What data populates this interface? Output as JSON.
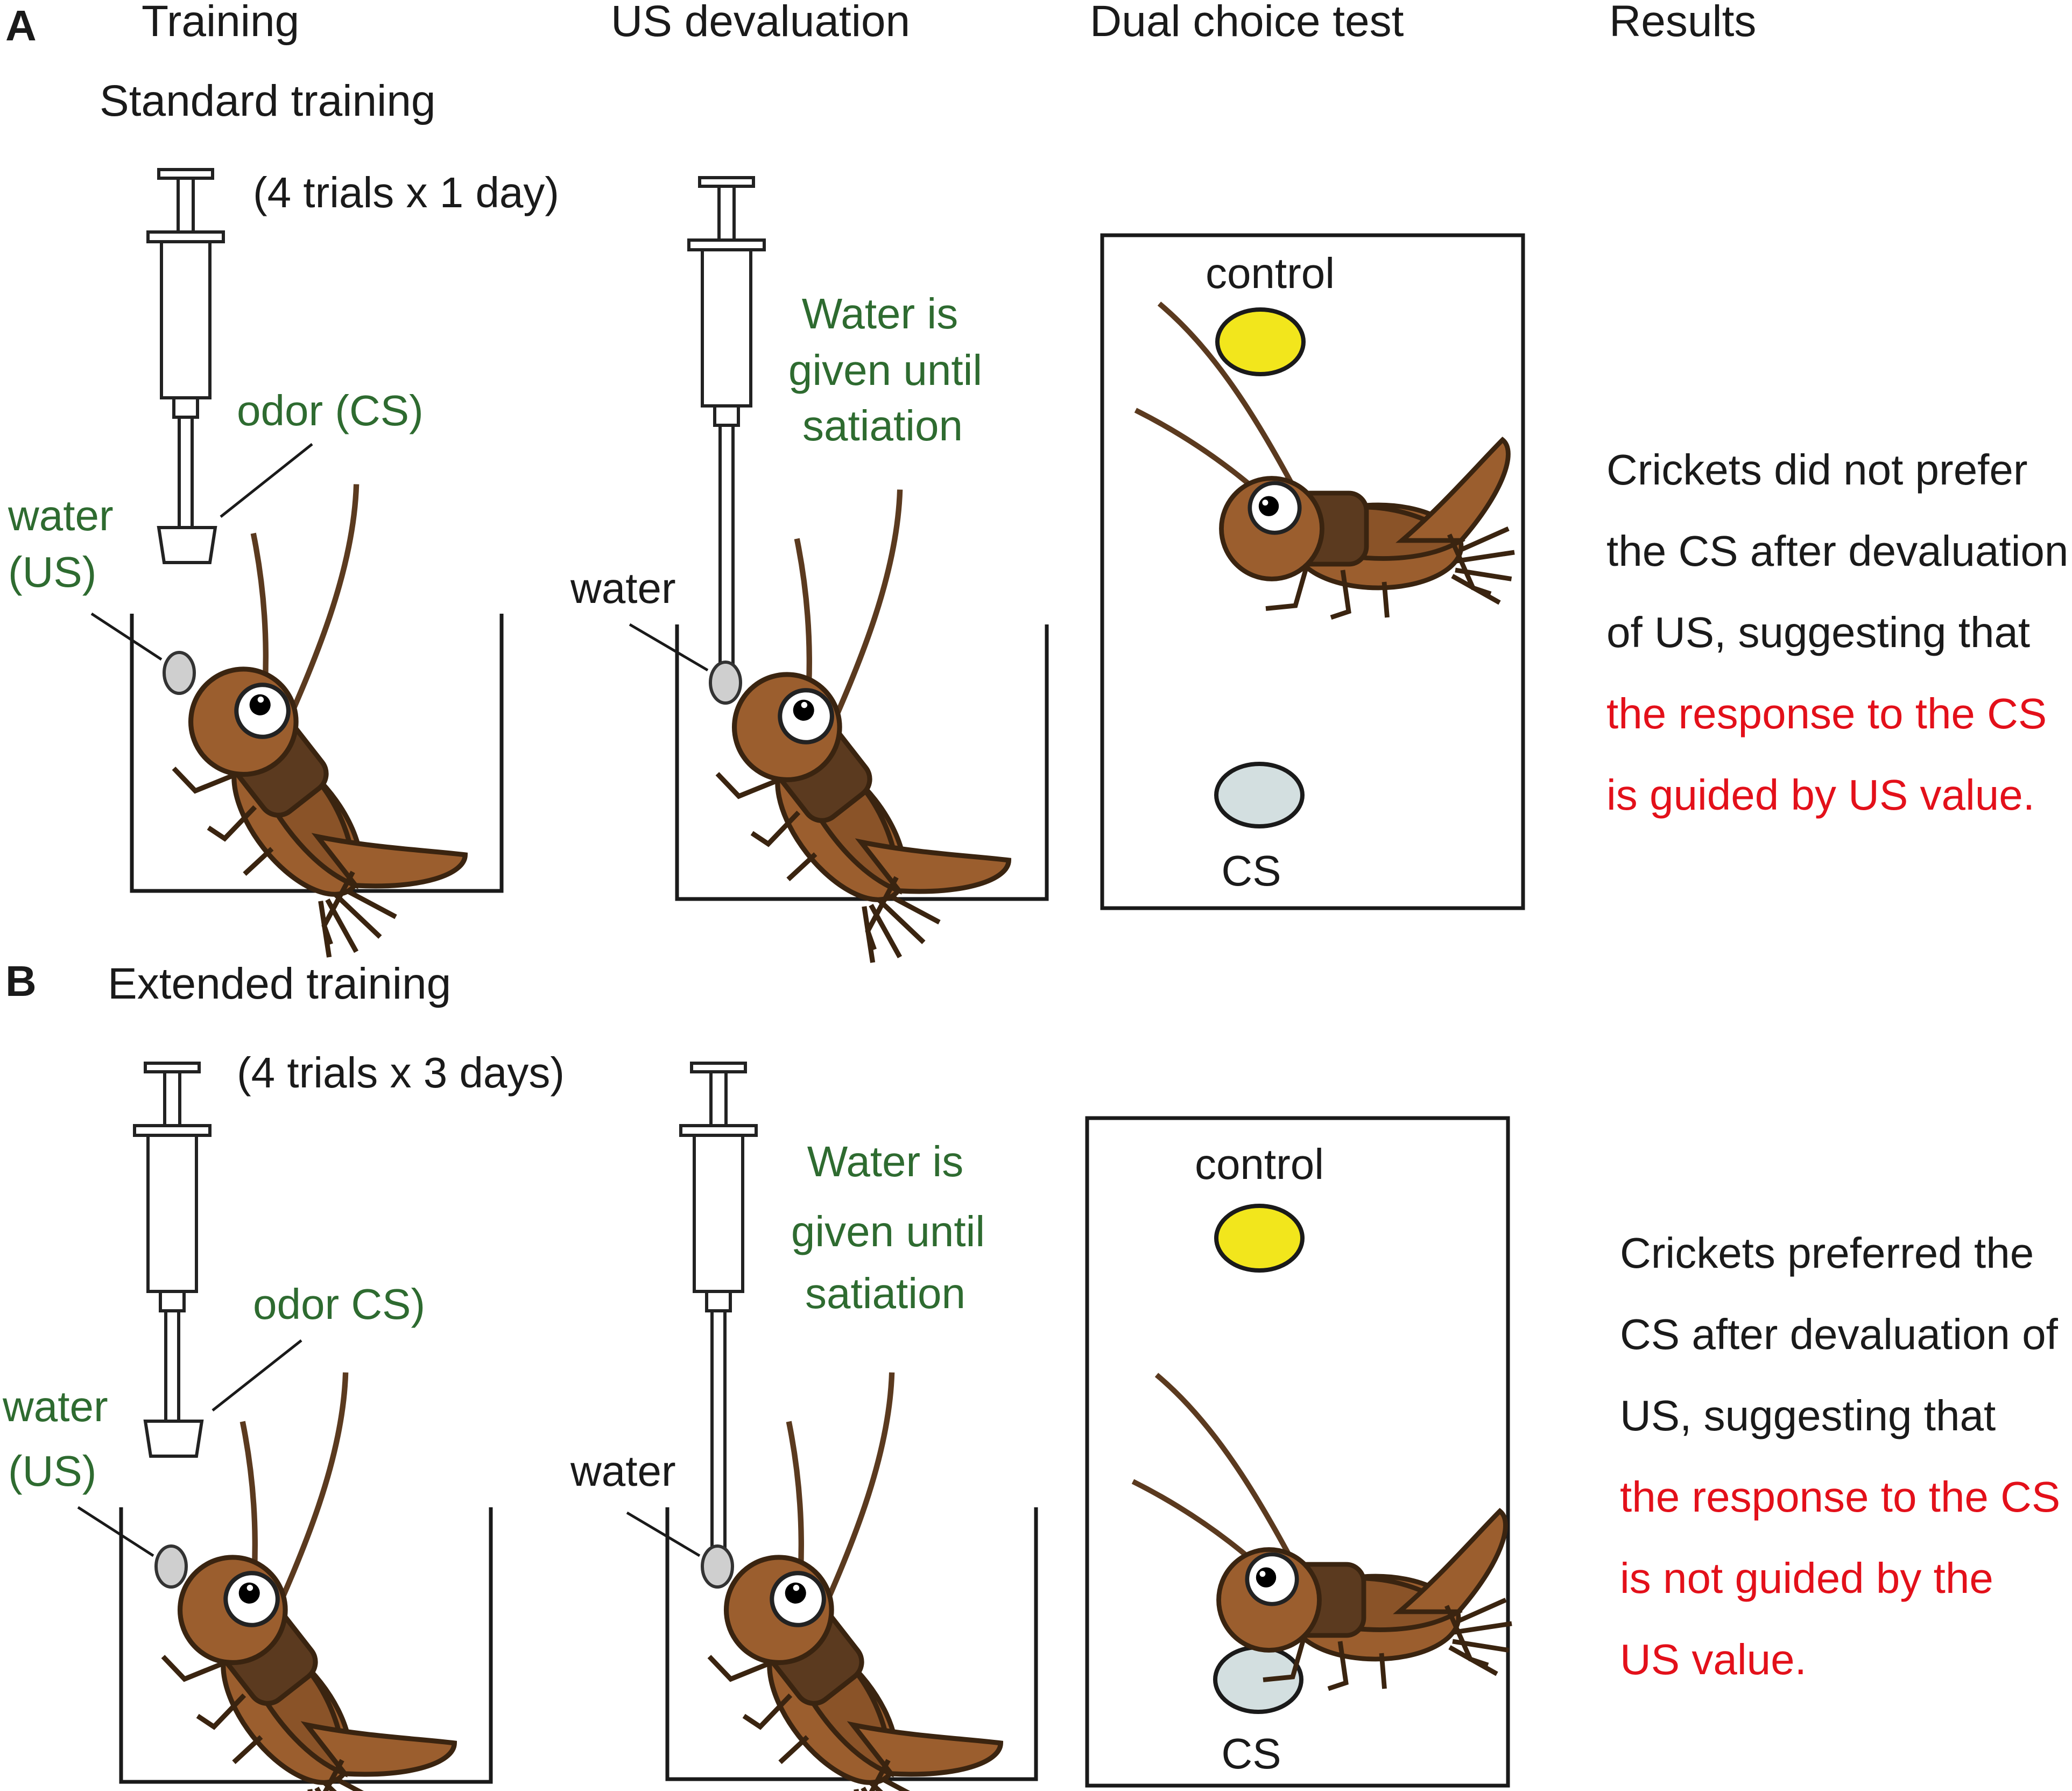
{
  "panels": {
    "a": {
      "letter": "A",
      "subtitle": "Standard training",
      "trials": "(4 trials x 1 day)",
      "odor": "odor (CS)",
      "water_us": [
        "water",
        "(US)"
      ],
      "results": [
        {
          "text": "Crickets did not prefer",
          "color": "black"
        },
        {
          "text": "the CS after devaluation",
          "color": "black"
        },
        {
          "text": "of US, suggesting that",
          "color": "black"
        },
        {
          "text": "the response to the CS",
          "color": "red"
        },
        {
          "text": "is guided by US value.",
          "color": "red"
        }
      ]
    },
    "b": {
      "letter": "B",
      "subtitle": "Extended training",
      "trials": "(4 trials x 3 days)",
      "odor": "odor CS)",
      "water_us": [
        "water",
        "(US)"
      ],
      "results": [
        {
          "text": "Crickets preferred the",
          "color": "black"
        },
        {
          "text": "CS after devaluation of",
          "color": "black"
        },
        {
          "text": "US, suggesting that",
          "color": "black"
        },
        {
          "text": "the response to the CS",
          "color": "red"
        },
        {
          "text": "is not guided by the",
          "color": "red"
        },
        {
          "text": "US value.",
          "color": "red"
        }
      ]
    }
  },
  "headers": {
    "training": "Training",
    "devaluation": "US devaluation",
    "test": "Dual choice test",
    "results": "Results"
  },
  "devaluation_text": [
    "Water is",
    "given until",
    "satiation"
  ],
  "water_label": "water",
  "arena": {
    "control_label": "control",
    "cs_label": "CS",
    "control_color": "#f2e61c",
    "cs_color": "#d3dfe0"
  },
  "colors": {
    "text_green": "#2e6b30",
    "text_red": "#e3101a",
    "cricket_body": "#9b5e2e",
    "cricket_dark": "#5b3a1f"
  }
}
